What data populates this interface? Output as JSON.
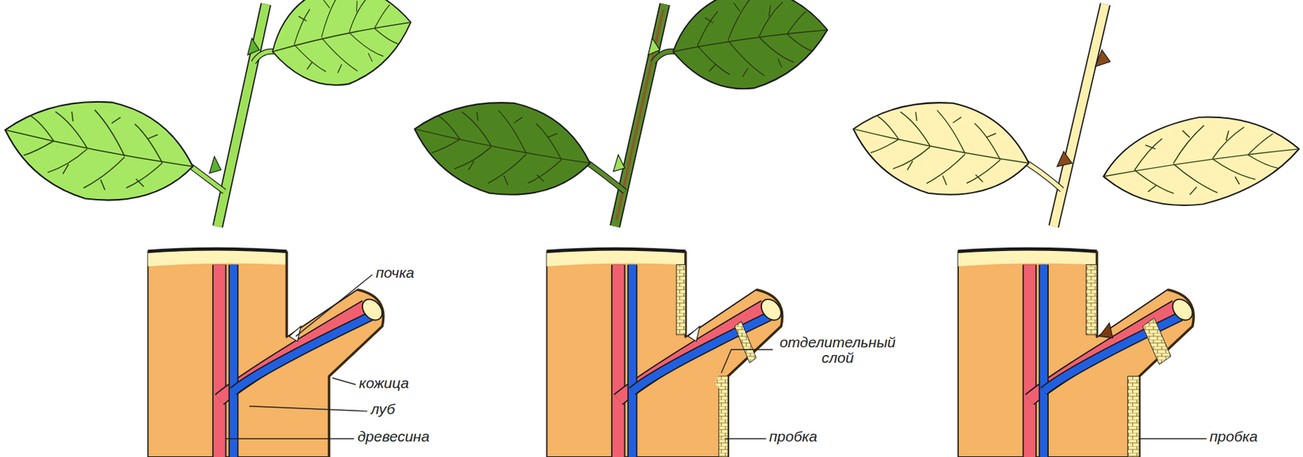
{
  "diagram": {
    "labels": [
      "почка",
      "кожица",
      "луб",
      "древесина",
      "отделительный слой",
      "пробка",
      "пробка"
    ]
  }
}
